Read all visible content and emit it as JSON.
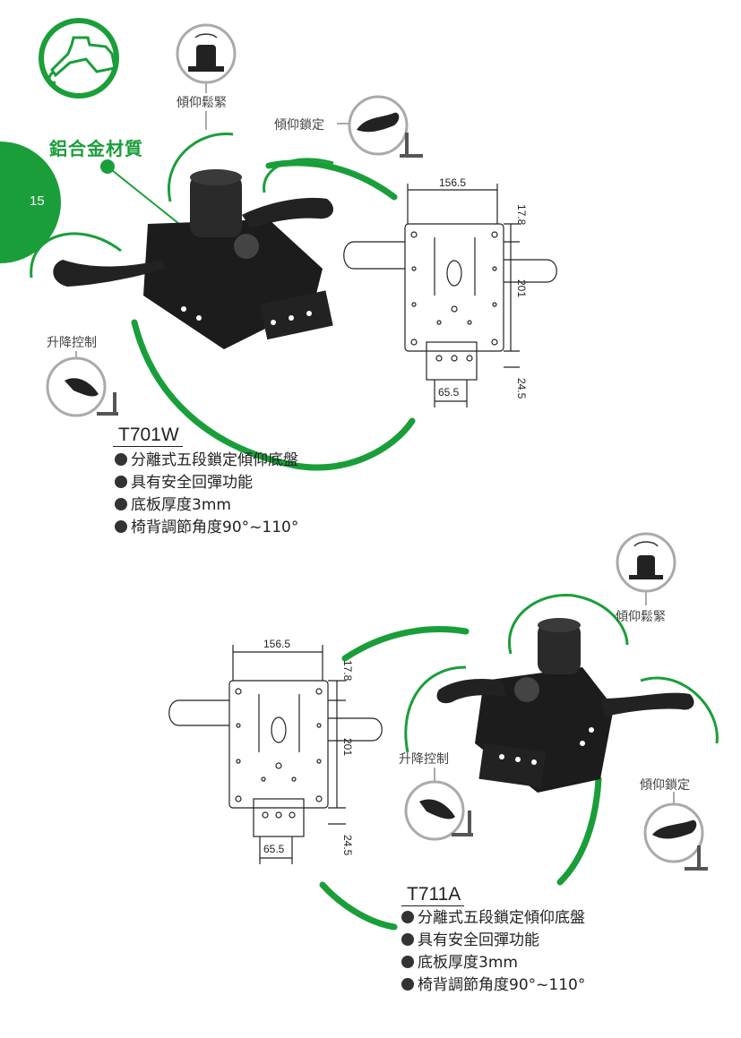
{
  "page_number": "15",
  "material_label": "鋁合金材質",
  "accent_color": "#1a9e3a",
  "product1": {
    "model": "T701W",
    "labels": {
      "tilt_tension": "傾仰鬆緊",
      "tilt_lock": "傾仰鎖定",
      "height_control": "升降控制"
    },
    "features": [
      "分離式五段鎖定傾仰底盤",
      "具有安全回彈功能",
      "底板厚度3mm",
      "椅背調節角度90°~110°"
    ],
    "dims": {
      "width": "156.5",
      "top_offset": "17.8",
      "hole_span": "201",
      "bottom_width": "65.5",
      "bottom_offset": "24.5"
    }
  },
  "product2": {
    "model": "T711A",
    "labels": {
      "tilt_tension": "傾仰鬆緊",
      "tilt_lock": "傾仰鎖定",
      "height_control": "升降控制"
    },
    "features": [
      "分離式五段鎖定傾仰底盤",
      "具有安全回彈功能",
      "底板厚度3mm",
      "椅背調節角度90°~110°"
    ],
    "dims": {
      "width": "156.5",
      "top_offset": "17.8",
      "hole_span": "201",
      "bottom_width": "65.5",
      "bottom_offset": "24.5"
    }
  }
}
